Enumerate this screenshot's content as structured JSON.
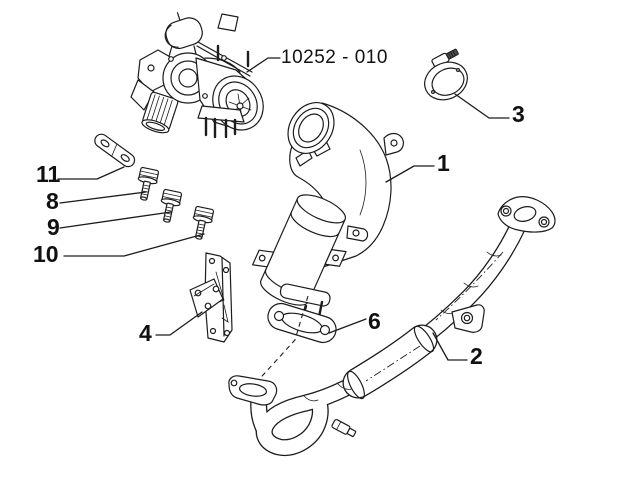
{
  "diagram": {
    "part_code_label": "10252 - 010",
    "callouts": {
      "catalytic_converter": "1",
      "front_exhaust_pipe": "2",
      "clamp": "3",
      "support_bracket": "4",
      "gasket": "6",
      "bolt_upper": "8",
      "bolt_middle": "9",
      "bolt_lower": "10",
      "strap": "11"
    },
    "colors": {
      "background": "#ffffff",
      "line": "#1c1c1c"
    }
  }
}
